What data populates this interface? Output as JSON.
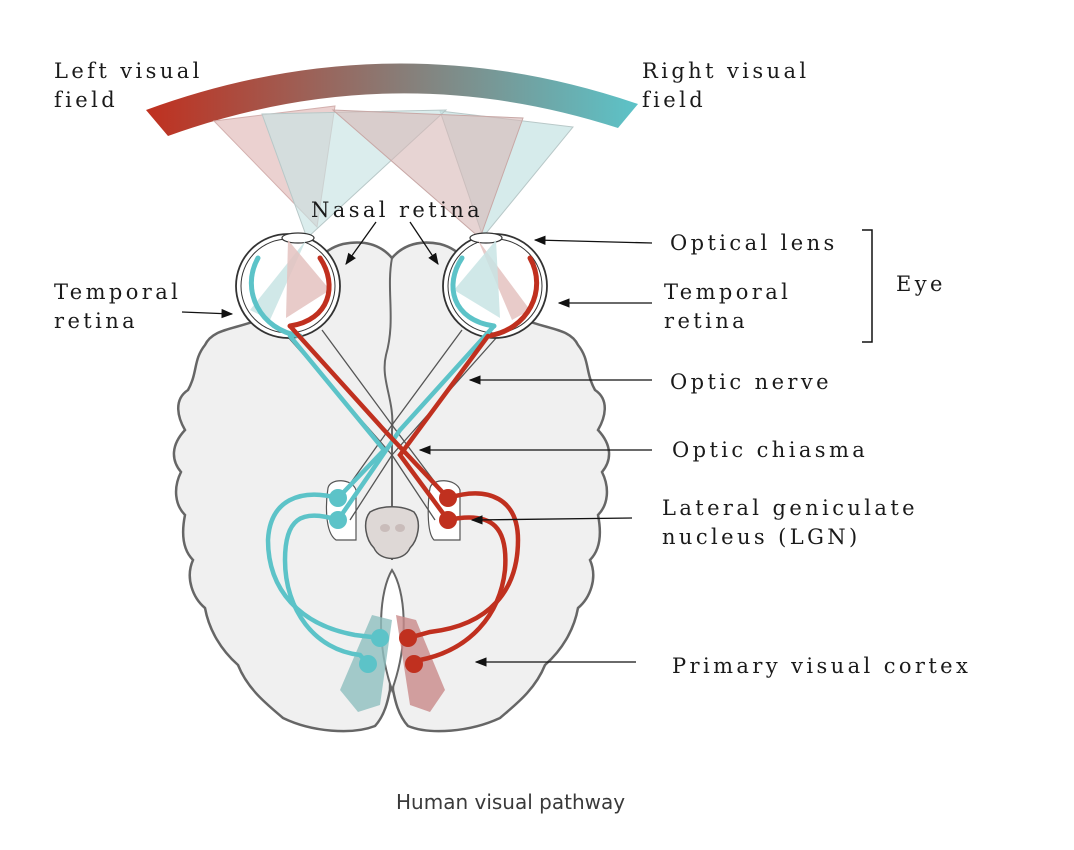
{
  "labels": {
    "left_visual_field": [
      "Left visual",
      "field"
    ],
    "right_visual_field": [
      "Right visual",
      "field"
    ],
    "nasal_retina": "Nasal retina",
    "temporal_retina_left": [
      "Temporal",
      "retina"
    ],
    "temporal_retina_right": [
      "Temporal",
      "retina"
    ],
    "optical_lens": "Optical lens",
    "eye": "Eye",
    "optic_nerve": "Optic nerve",
    "optic_chiasma": "Optic chiasma",
    "lgn": [
      "Lateral geniculate",
      "nucleus (LGN)"
    ],
    "primary_visual_cortex": "Primary visual cortex"
  },
  "caption": "Human visual pathway",
  "colors": {
    "left_field_red": "#c0301f",
    "right_field_teal": "#5cc3c8",
    "brain_fill": "#f0f0f0",
    "brain_outline": "#666666",
    "red_field_cone": "#e4c2c0",
    "teal_field_cone": "#c8e4e4",
    "cortex_teal_band": "#8fbfbf",
    "cortex_red_band": "#c98a8a"
  }
}
